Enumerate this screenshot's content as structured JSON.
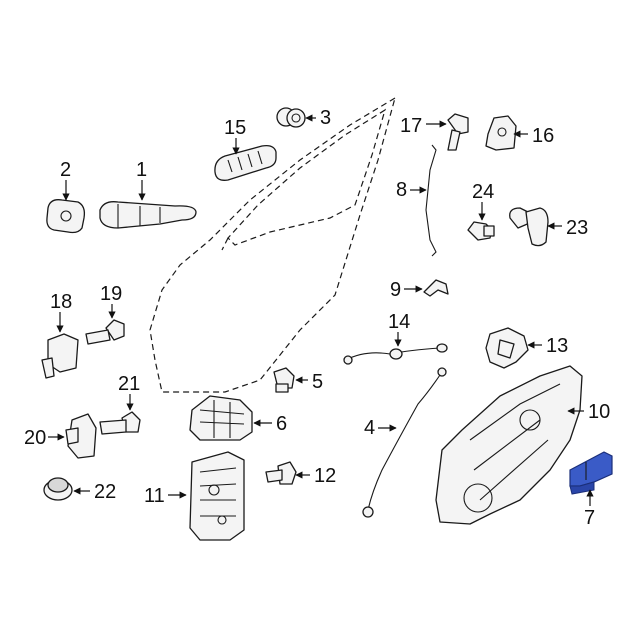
{
  "callouts": {
    "c1": "1",
    "c2": "2",
    "c3": "3",
    "c4": "4",
    "c5": "5",
    "c6": "6",
    "c7": "7",
    "c8": "8",
    "c9": "9",
    "c10": "10",
    "c11": "11",
    "c12": "12",
    "c13": "13",
    "c14": "14",
    "c15": "15",
    "c16": "16",
    "c17": "17",
    "c19": "19",
    "c18": "18",
    "c20": "20",
    "c21": "21",
    "c22": "22",
    "c23": "23",
    "c24": "24"
  },
  "colors": {
    "highlight": "#3a5bc7",
    "line": "#1a1a1a",
    "background": "#ffffff"
  },
  "highlighted_part": "7"
}
